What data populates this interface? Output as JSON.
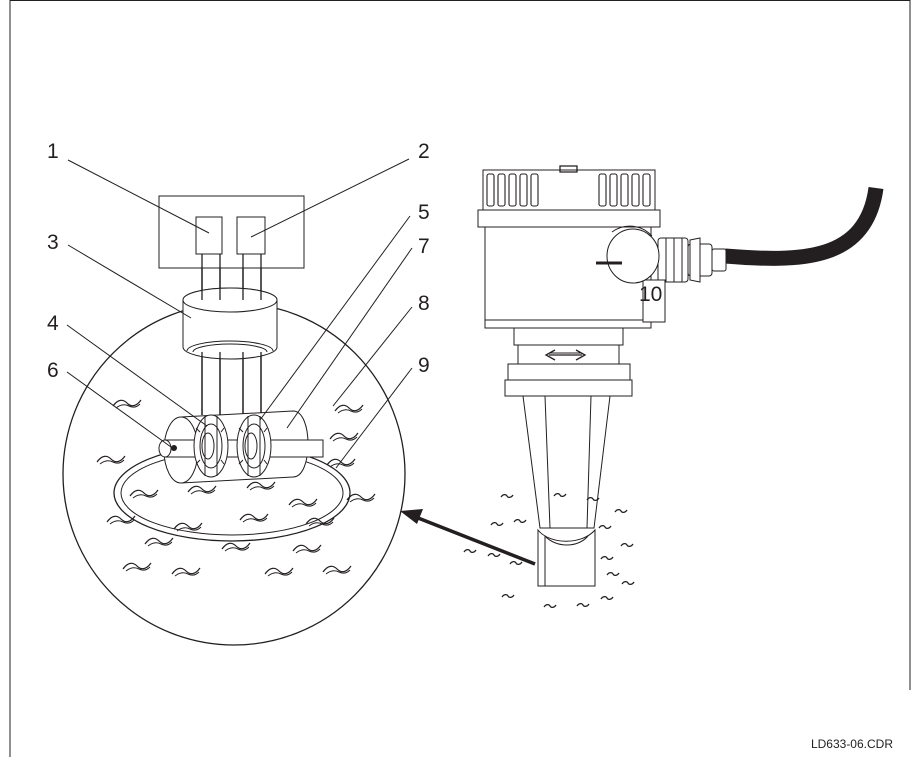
{
  "figure": {
    "callouts": {
      "c1": "1",
      "c2": "2",
      "c3": "3",
      "c4": "4",
      "c5": "5",
      "c6": "6",
      "c7": "7",
      "c8": "8",
      "c9": "9",
      "c10": "10"
    },
    "file_reference": "LD633-06.CDR"
  }
}
